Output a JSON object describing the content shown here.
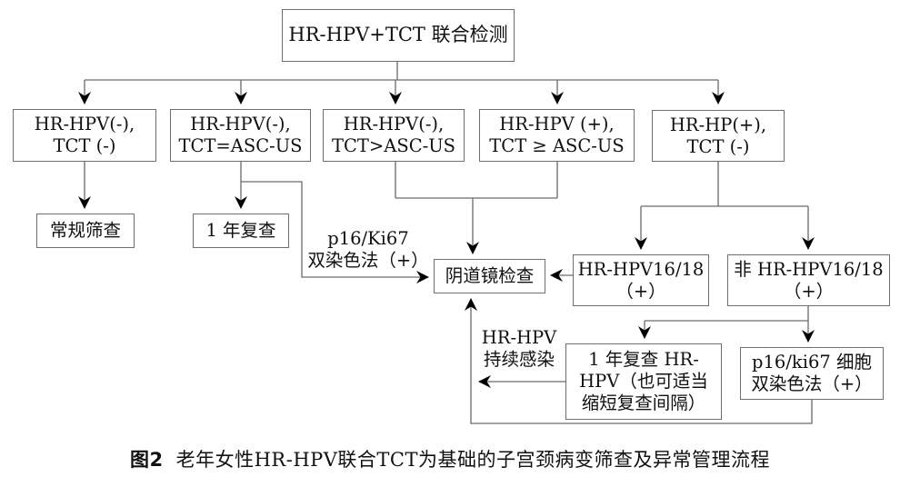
{
  "nodes": {
    "root": {
      "line1": "HR-HPV+TCT 联合检测"
    },
    "b1": {
      "line1": "HR-HPV(-),",
      "line2": "TCT (-)"
    },
    "b2": {
      "line1": "HR-HPV(-),",
      "line2": "TCT=ASC-US"
    },
    "b3": {
      "line1": "HR-HPV(-),",
      "line2": "TCT>ASC-US"
    },
    "b4": {
      "line1": "HR-HPV (+),",
      "line2": "TCT ≥ ASC-US"
    },
    "b5": {
      "line1": "HR-HP(+),",
      "line2": "TCT (-)"
    },
    "routine": {
      "line1": "常规筛查"
    },
    "recheck1y": {
      "line1": "1 年复查"
    },
    "colposcopy": {
      "line1": "阴道镜检查"
    },
    "hpv1618": {
      "line1": "HR-HPV16/18",
      "line2": "（+）"
    },
    "non1618": {
      "line1": "非 HR-HPV16/18",
      "line2": "（+）"
    },
    "recheck_hpv": {
      "line1": "1 年复查 HR-",
      "line2": "HPV（也可适当",
      "line3": "缩短复查间隔）"
    },
    "p16_cell": {
      "line1": "p16/ki67 细胞",
      "line2": "双染色法（+）"
    }
  },
  "labels": {
    "p16_dual": {
      "line1": "p16/Ki67",
      "line2": "双染色法（+）"
    },
    "persistent": {
      "line1": "HR-HPV",
      "line2": "持续感染"
    }
  },
  "caption": {
    "label": "图2",
    "text": "老年女性HR-HPV联合TCT为基础的子宫颈病变筛查及异常管理流程"
  },
  "colors": {
    "background": "#ffffff",
    "line": "#6a6a6a",
    "arrowhead": "#000000",
    "box_border": "#6e6e6e",
    "text": "#111111"
  }
}
